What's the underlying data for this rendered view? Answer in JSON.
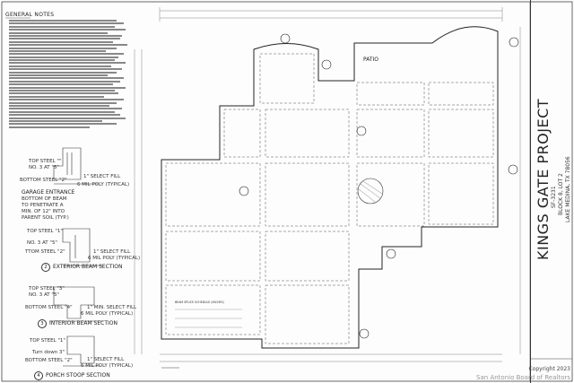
{
  "notes": {
    "title": "GENERAL NOTES"
  },
  "details": {
    "garage": {
      "top_steel": "TOP STEEL \"\"",
      "no3": "NO. 3 AT \"5\"",
      "bottom_steel": "BOTTOM STEEL \"2\"",
      "select_fill": "1\" SELECT FILL",
      "poly": "6 MIL POLY (TYPICAL)",
      "entrance_title": "GARAGE ENTRANCE",
      "note1": "BOTTOM OF BEAM",
      "note2": "TO PENETRATE A",
      "note3": "MIN. OF 12\" INTO",
      "note4": "PARENT SOIL (TYP.)"
    },
    "exterior": {
      "top_steel": "TOP STEEL \"1\"",
      "no3": "NO. 3 AT \"5\"",
      "bottom_steel": "TTOM STEEL \"2\"",
      "select_fill": "1\" SELECT FILL",
      "poly": "6 MIL POLY (TYPICAL)",
      "num": "2",
      "title": "EXTERIOR BEAM SECTION"
    },
    "interior": {
      "top_steel": "TOP STEEL \"3\"",
      "no3": "NO. 3 AT \"5\"",
      "bottom_steel": "BOTTOM STEEL \"4\"",
      "select_fill": "1\" MIN. SELECT FILL",
      "poly": "6 MIL POLY (TYPICAL)",
      "num": "3",
      "title": "INTERIOR BEAM SECTION"
    },
    "porch": {
      "top_steel": "TOP STEEL \"1\"",
      "turn_down": "Turn down 3\"",
      "bottom_steel": "BOTTOM STEEL \"2\"",
      "select_fill": "1\" SELECT FILL",
      "poly": "6 MIL POLY (TYPICAL)",
      "num": "4",
      "title": "PORCH STOOP SECTION"
    }
  },
  "plan": {
    "patio": "PATIO"
  },
  "title_block": {
    "project": "KINGS GATE PROJECT",
    "line1": "SF-3231",
    "line2": "BLOCK 8, LOT 2",
    "line3": "LAKE MEDINA, TX 78056"
  },
  "footer": {
    "copyright": "Copyright 2023",
    "watermark": "San Antonio Board of Realtors"
  }
}
